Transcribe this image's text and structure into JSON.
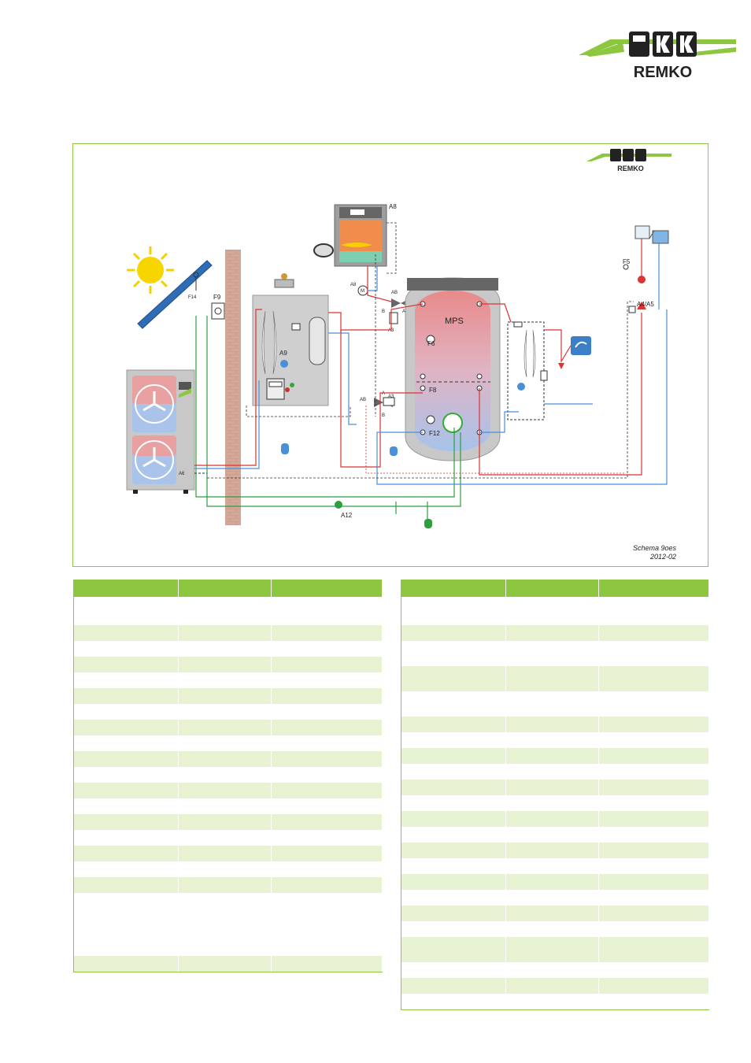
{
  "brand": {
    "name": "REMKO",
    "green": "#8dc63f",
    "dark": "#222222"
  },
  "diagram": {
    "labels": {
      "a8": "A8",
      "a8m": "A8",
      "ab_top": "AB",
      "b_top": "B",
      "a_top": "A",
      "a3_top": "A3",
      "mps": "MPS",
      "f6": "F6",
      "f8": "F8",
      "f12": "F12",
      "ab_mid": "AB",
      "a_mid": "A",
      "b_mid": "B",
      "a3_mid": "A3",
      "f5": "F5",
      "a4a5": "A4/A5",
      "f9": "F9",
      "f14": "F14",
      "a9": "A9",
      "a6": "A6",
      "a12": "A12"
    },
    "caption_line1": "Schema 9oes",
    "caption_line2": "2012-02"
  },
  "tables": {
    "left_row_heights": [
      36,
      20,
      20,
      20,
      20,
      20,
      20,
      20,
      20,
      20,
      20,
      20,
      20,
      20,
      20,
      20,
      20,
      20,
      80,
      20
    ],
    "right_row_heights": [
      36,
      20,
      32,
      32,
      32,
      20,
      20,
      20,
      20,
      20,
      20,
      20,
      20,
      20,
      20,
      20,
      20,
      20,
      20,
      32,
      20,
      20,
      20
    ]
  }
}
